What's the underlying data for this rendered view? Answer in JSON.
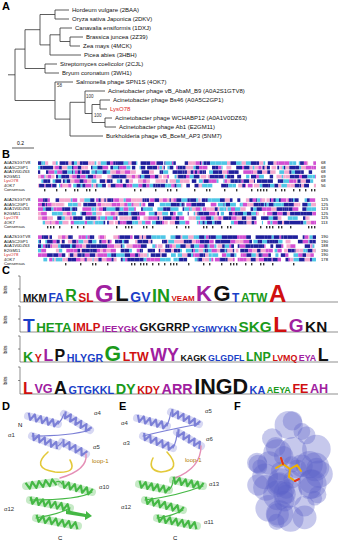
{
  "diagram": {
    "labels": [
      "A",
      "Hordeum vulgare (2BAA)",
      "Oryza sativa Japonica (2DKV)",
      "Canavalia ensiformis (1DXJ)",
      "Brassica juncea (2Z39)",
      "Zea mays (4MCK)",
      "Picea abies (3HBH)",
      "Streptomyces coelicolor (2CJL)",
      "Bryum coronatum (3WH1)",
      "Salmonella phage SPN1S (4OK7)",
      "Acinetobacter phage vB_AbaM_B9 (A0A2S1GTV8)",
      "Acinetobacter phage Bs46 (A0A5C2GP1)",
      "LysO78",
      "Acinetobacter phage WCHABP12 (A0A1V0DZ63)",
      "Acinetobacter phage Ab1 (E2GM11)",
      "Burkholderia phage vB_BceM_AP3 (5NM7)",
      "0.2",
      "100",
      "100",
      "58",
      "B",
      "A0A2S1GTV8",
      "A0A5C2GP1",
      "A0A1V0DZ63",
      "E2GM11",
      "LysO78",
      "4OK7",
      "Consensus",
      "68",
      "68",
      "68",
      "69",
      "68",
      "56",
      "A0A2S1GTV8",
      "A0A5C2GP1",
      "A0A1V0DZ63",
      "E2GM11",
      "LysO78",
      "4OK7",
      "Consensus",
      "125",
      "125",
      "123",
      "125",
      "125",
      "113",
      "A0A2S1GTV8",
      "A0A5C2GP1",
      "A0A1V0DZ63",
      "E2GM11",
      "LysO78",
      "4OK7",
      "Consensus",
      "190",
      "190",
      "188",
      "190",
      "190",
      "178",
      "C",
      "bits",
      "bits",
      "bits",
      "bits",
      "MKM",
      "FA",
      "R",
      "SL",
      "G",
      "L",
      "GV",
      "IN",
      "VEAM",
      "K",
      "G",
      "T",
      "ATW",
      "A",
      "T",
      "HETA",
      "IMLP",
      "IEEYGK",
      "GKGRRP",
      "YGIWYKN",
      "SKG",
      "L",
      "G",
      "KN",
      "K",
      "Y",
      "L",
      "P",
      "HLYGR",
      "G",
      "LTW",
      "WY",
      "KAGK",
      "GLGDFL",
      "LNP",
      "LVMQ",
      "EYA",
      "L",
      "L",
      "VG",
      "A",
      "GTGKKL",
      "DY",
      "KDY",
      "ARR",
      "INGD",
      "KA",
      "AEYA",
      "FE",
      "AH",
      "D",
      "N",
      "α1",
      "α4",
      "α5",
      "loop-1",
      "α12",
      "α10",
      "C",
      "E",
      "α4",
      "α5",
      "α6",
      "α3",
      "loop-1",
      "α12",
      "α13",
      "α11",
      "C",
      "F"
    ]
  }
}
